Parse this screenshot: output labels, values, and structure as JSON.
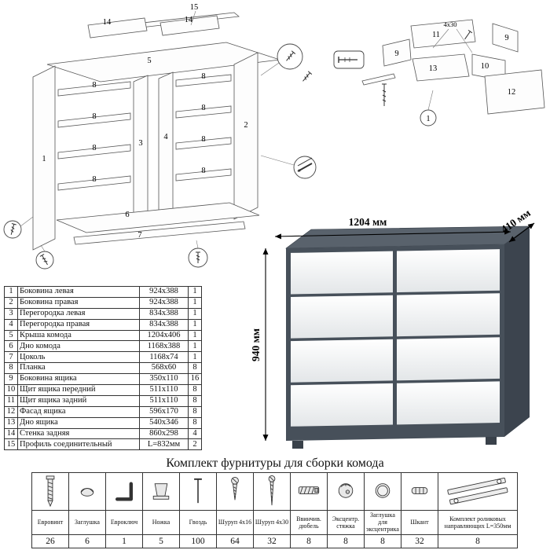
{
  "title": "Комплект фурнитуры для сборки комода",
  "render": {
    "width_label": "1204 мм",
    "depth_label": "410 мм",
    "height_label": "940 мм",
    "body_color": "#47505a",
    "drawer_color": "#f5f6f7"
  },
  "diagram_left": {
    "labels": {
      "p1": "1",
      "p2": "2",
      "p3": "3",
      "p4": "4",
      "p5": "5",
      "p6": "6",
      "p7": "7",
      "p8": "8",
      "p14": "14",
      "p15": "15"
    }
  },
  "diagram_right": {
    "labels": {
      "p9": "9",
      "p10": "10",
      "p11": "11",
      "p12": "12",
      "p13": "13",
      "screw_size": "4x30",
      "callout": "1"
    }
  },
  "parts_table": {
    "rows": [
      {
        "num": "1",
        "name": "Боковина левая",
        "size": "924x388",
        "qty": "1"
      },
      {
        "num": "2",
        "name": "Боковина правая",
        "size": "924x388",
        "qty": "1"
      },
      {
        "num": "3",
        "name": "Перегородка левая",
        "size": "834x388",
        "qty": "1"
      },
      {
        "num": "4",
        "name": "Перегородка правая",
        "size": "834x388",
        "qty": "1"
      },
      {
        "num": "5",
        "name": "Крыша комода",
        "size": "1204x406",
        "qty": "1"
      },
      {
        "num": "6",
        "name": "Дно комода",
        "size": "1168x388",
        "qty": "1"
      },
      {
        "num": "7",
        "name": "Цоколь",
        "size": "1168x74",
        "qty": "1"
      },
      {
        "num": "8",
        "name": "Планка",
        "size": "568x60",
        "qty": "8"
      },
      {
        "num": "9",
        "name": "Боковина ящика",
        "size": "350x110",
        "qty": "16"
      },
      {
        "num": "10",
        "name": "Щит ящика передний",
        "size": "511x110",
        "qty": "8"
      },
      {
        "num": "11",
        "name": "Щит ящика задний",
        "size": "511x110",
        "qty": "8"
      },
      {
        "num": "12",
        "name": "Фасад ящика",
        "size": "596x170",
        "qty": "8"
      },
      {
        "num": "13",
        "name": "Дно ящика",
        "size": "540x346",
        "qty": "8"
      },
      {
        "num": "14",
        "name": "Стенка задняя",
        "size": "860x298",
        "qty": "4"
      },
      {
        "num": "15",
        "name": "Профиль соединительный",
        "size": "L=832мм",
        "qty": "2"
      }
    ]
  },
  "hardware_table": {
    "items": [
      {
        "icon": "euro-screw-icon",
        "name": "Евровинт",
        "qty": "26"
      },
      {
        "icon": "plug-icon",
        "name": "Заглушка",
        "qty": "6"
      },
      {
        "icon": "hex-key-icon",
        "name": "Евроключ",
        "qty": "1"
      },
      {
        "icon": "leg-icon",
        "name": "Ножка",
        "qty": "5"
      },
      {
        "icon": "nail-icon",
        "name": "Гвоздь",
        "qty": "100"
      },
      {
        "icon": "screw-icon",
        "name": "Шуруп 4x16",
        "qty": "64"
      },
      {
        "icon": "screw-icon",
        "name": "Шуруп 4x30",
        "qty": "32"
      },
      {
        "icon": "threaded-dowel-icon",
        "name": "Ввинчив. дюбель",
        "qty": "8"
      },
      {
        "icon": "cam-lock-icon",
        "name": "Эксцентр. стяжка",
        "qty": "8"
      },
      {
        "icon": "cam-cap-icon",
        "name": "Заглушка для эксцентрика",
        "qty": "8"
      },
      {
        "icon": "dowel-icon",
        "name": "Шкант",
        "qty": "32"
      },
      {
        "icon": "roller-guides-icon",
        "name": "Комплект роликовых направляющих L=350мм",
        "qty": "8"
      }
    ]
  }
}
